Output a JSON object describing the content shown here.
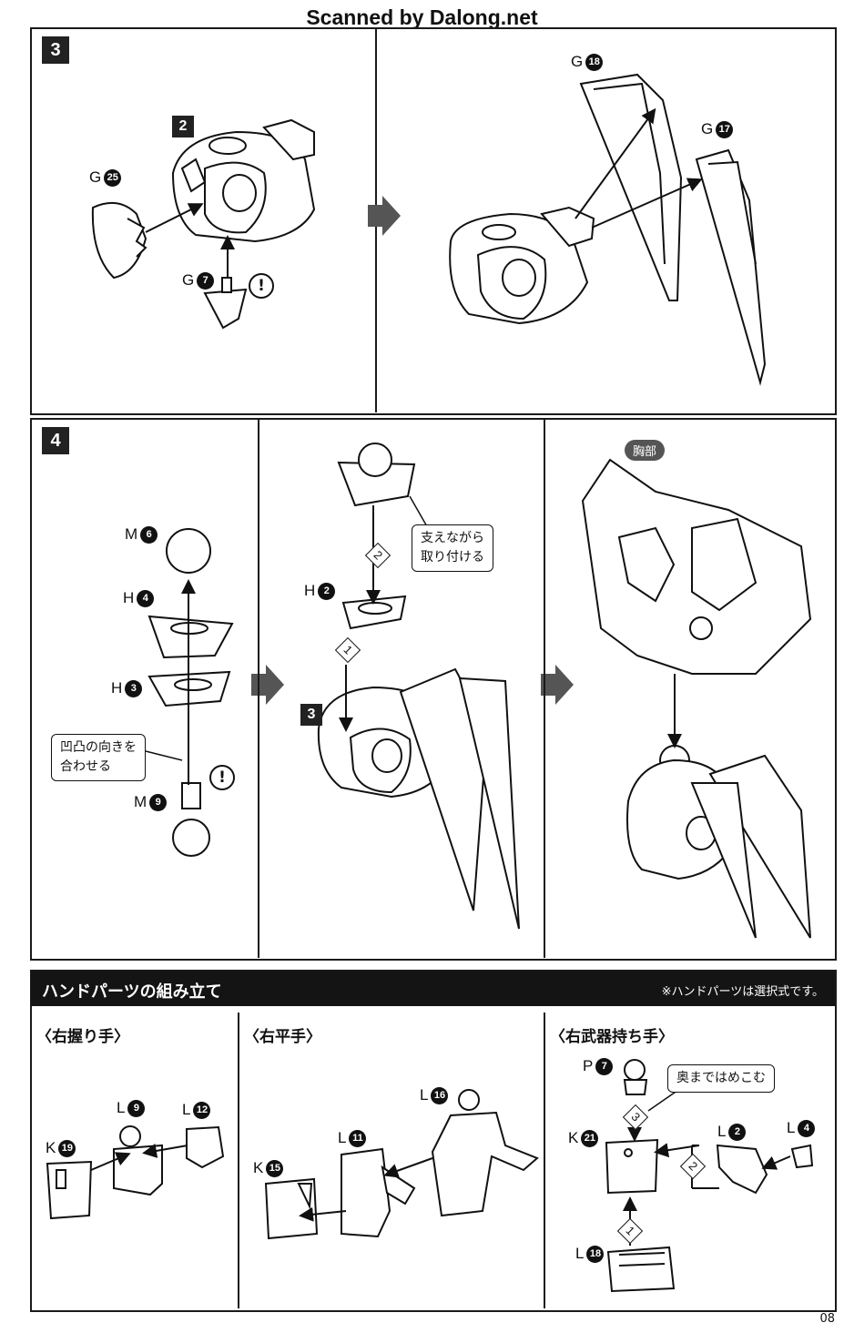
{
  "watermark": "Scanned by Dalong.net",
  "page_number": "08",
  "step3": {
    "badge": "3",
    "sub_badge": "2",
    "parts": {
      "g25": {
        "letter": "G",
        "num": "25"
      },
      "g7": {
        "letter": "G",
        "num": "7"
      },
      "g18": {
        "letter": "G",
        "num": "18"
      },
      "g17": {
        "letter": "G",
        "num": "17"
      }
    },
    "caution_mark": "!"
  },
  "step4": {
    "badge": "4",
    "sub_badge": "3",
    "parts": {
      "m6": {
        "letter": "M",
        "num": "6"
      },
      "h4": {
        "letter": "H",
        "num": "4"
      },
      "h3": {
        "letter": "H",
        "num": "3"
      },
      "m9": {
        "letter": "M",
        "num": "9"
      },
      "h2": {
        "letter": "H",
        "num": "2"
      }
    },
    "note_align_line1": "凹凸の向きを",
    "note_align_line2": "合わせる",
    "note_support_line1": "支えながら",
    "note_support_line2": "取り付ける",
    "order_1": "1",
    "order_2": "2",
    "chest_badge": "胸部",
    "caution_mark": "!"
  },
  "hands": {
    "title": "ハンドパーツの組み立て",
    "note": "※ハンドパーツは選択式です。",
    "right_grip": {
      "heading": "〈右握り手〉",
      "parts": {
        "l9": {
          "letter": "L",
          "num": "9"
        },
        "l12": {
          "letter": "L",
          "num": "12"
        },
        "k19": {
          "letter": "K",
          "num": "19"
        }
      }
    },
    "right_flat": {
      "heading": "〈右平手〉",
      "parts": {
        "l16": {
          "letter": "L",
          "num": "16"
        },
        "l11": {
          "letter": "L",
          "num": "11"
        },
        "k15": {
          "letter": "K",
          "num": "15"
        }
      }
    },
    "right_weapon": {
      "heading": "〈右武器持ち手〉",
      "note": "奥まではめこむ",
      "order_1": "1",
      "order_2": "2",
      "order_3": "3",
      "parts": {
        "p7": {
          "letter": "P",
          "num": "7"
        },
        "k21": {
          "letter": "K",
          "num": "21"
        },
        "l2": {
          "letter": "L",
          "num": "2"
        },
        "l4": {
          "letter": "L",
          "num": "4"
        },
        "l18": {
          "letter": "L",
          "num": "18"
        }
      }
    }
  }
}
